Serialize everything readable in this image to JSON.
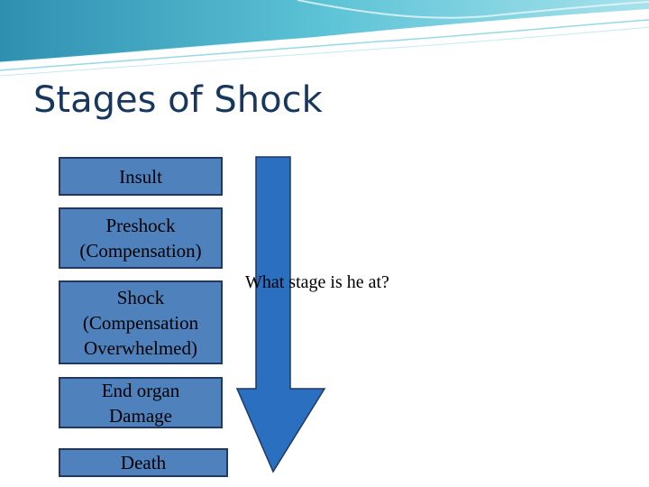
{
  "slide": {
    "title": "Stages of Shock",
    "question": "What stage is he at?"
  },
  "stages": [
    "Insult",
    "Preshock\n(Compensation)",
    "Shock\n(Compensation\nOverwhelmed)",
    "End organ\nDamage",
    "Death"
  ],
  "colors": {
    "title": "#17375e",
    "box_fill": "#4f81bd",
    "box_border": "#1f3864",
    "arrow_fill": "#2a6fc0",
    "wave_teal": "#4fb3c9"
  },
  "icons": {
    "arrow": "down-arrow-icon"
  }
}
